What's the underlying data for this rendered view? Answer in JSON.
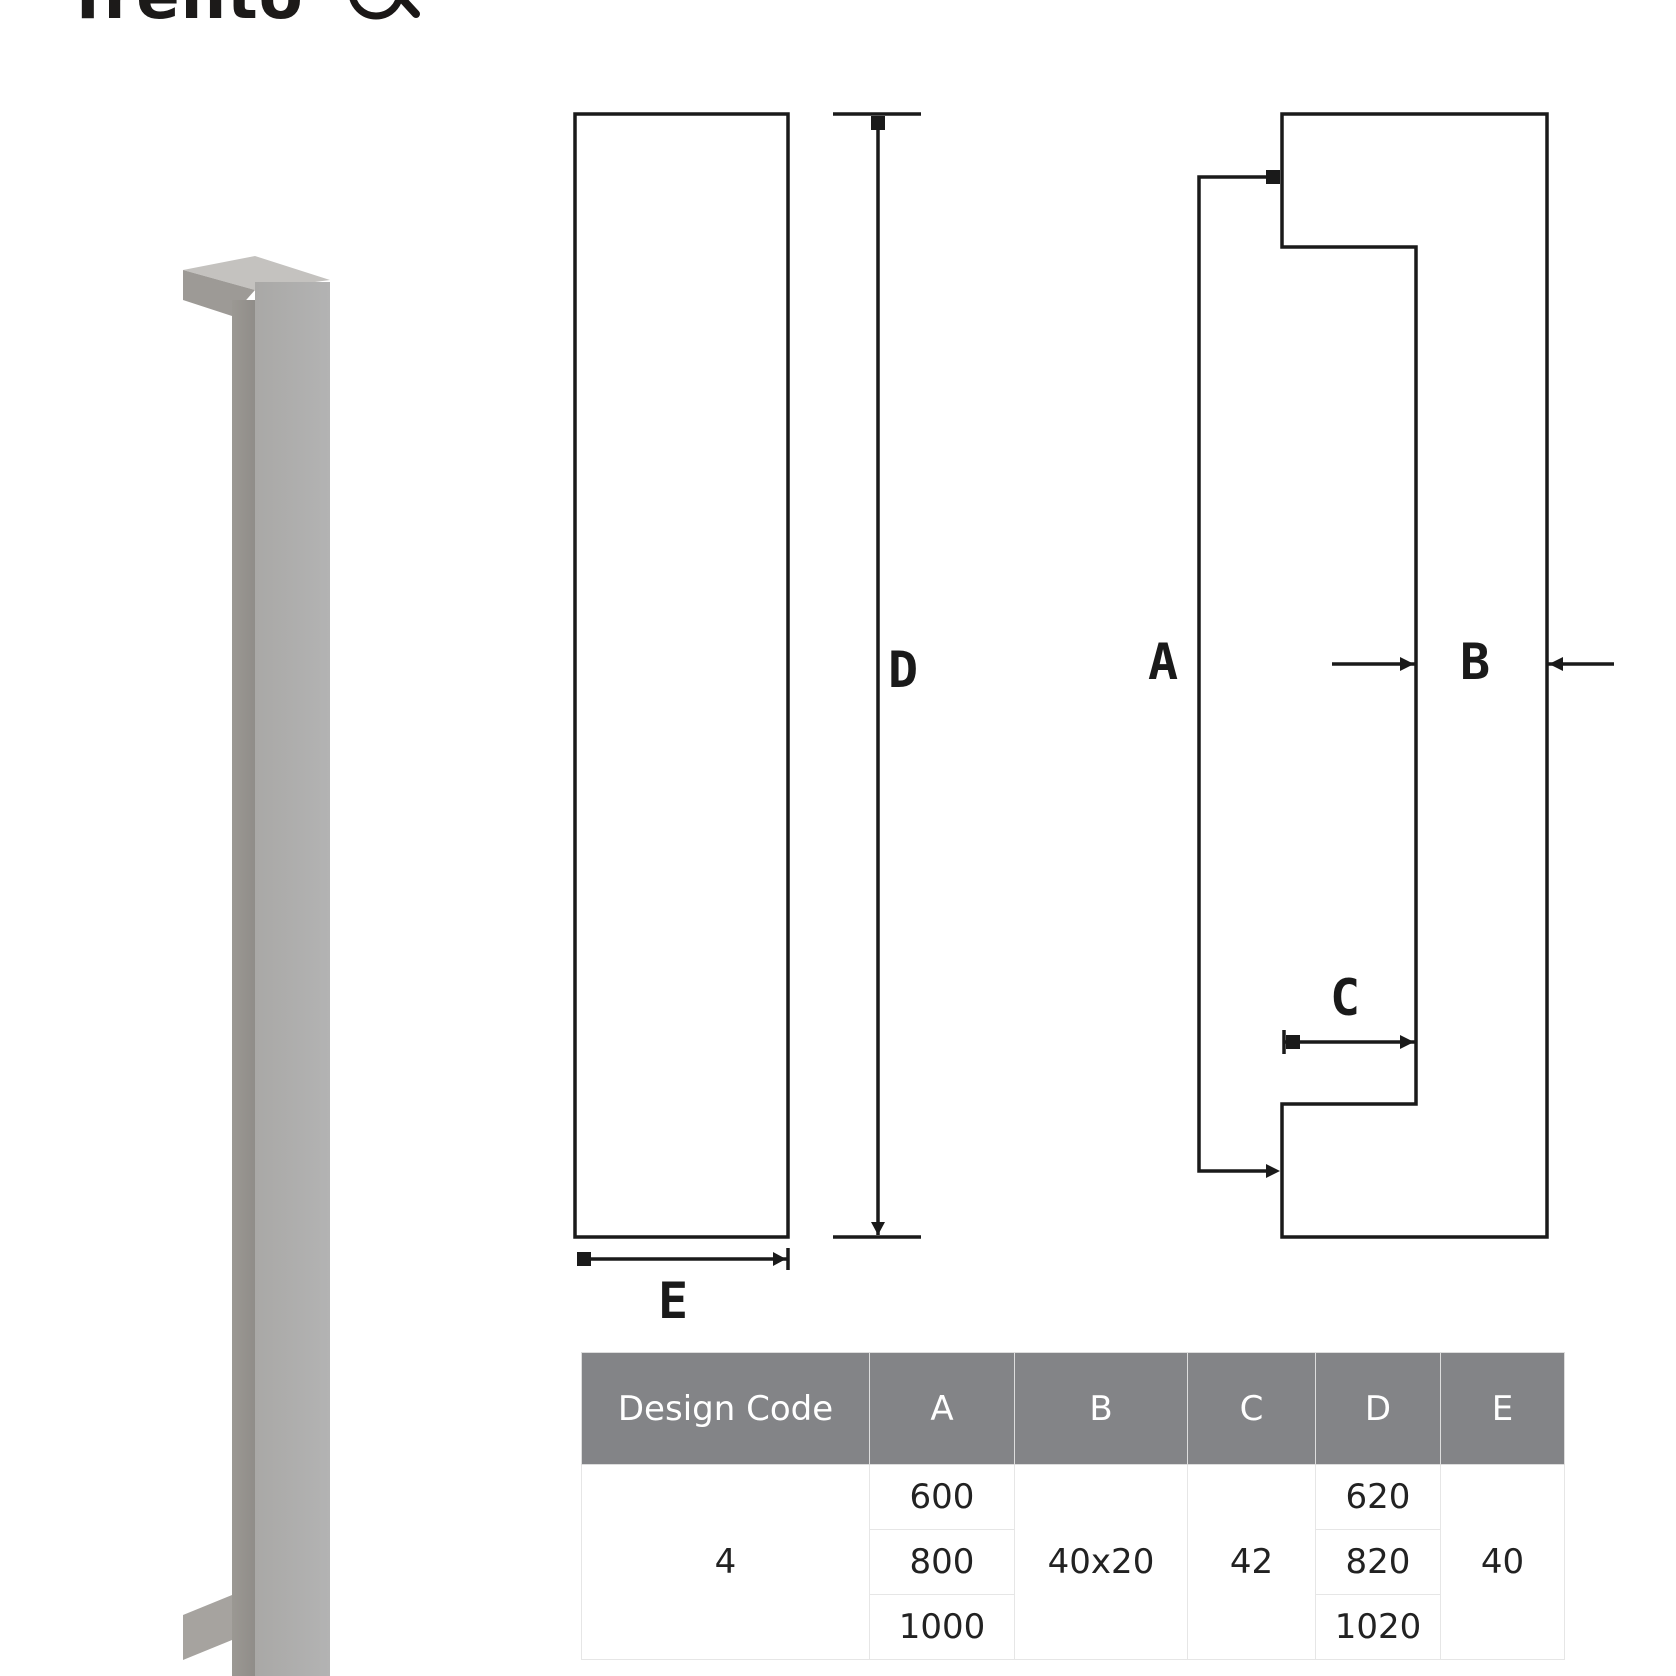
{
  "header": {
    "title": "Trento",
    "icon": "zoom-search-icon"
  },
  "diagram": {
    "labels": {
      "A": "A",
      "B": "B",
      "C": "C",
      "D": "D",
      "E": "E"
    }
  },
  "table": {
    "headers": [
      "Design Code",
      "A",
      "B",
      "C",
      "D",
      "E"
    ],
    "design_code": "4",
    "a_values": [
      "600",
      "800",
      "1000"
    ],
    "b_value": "40x20",
    "c_value": "42",
    "d_values": [
      "620",
      "820",
      "1020"
    ],
    "e_value": "40"
  },
  "colors": {
    "header_bg": "#838487",
    "line": "#1a1a1a"
  }
}
